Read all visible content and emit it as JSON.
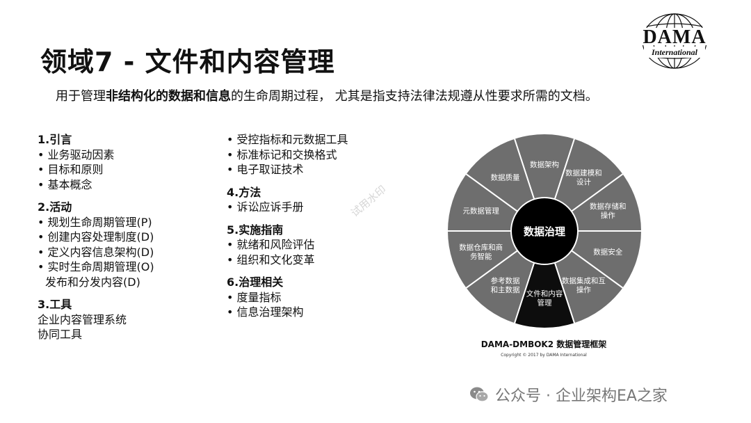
{
  "title": "领域7 - 文件和内容管理",
  "subtitle": {
    "pre": "用于管理",
    "bold": "非结构化的数据和信息",
    "post": "的生命周期过程， 尤其是指支持法律法规遵从性要求所需的文档。"
  },
  "col1": {
    "s1": {
      "heading": "1.引言",
      "items": [
        "业务驱动因素",
        "目标和原则",
        "基本概念"
      ]
    },
    "s2": {
      "heading": "2.活动",
      "items": [
        "规划生命周期管理(P)",
        "创建内容处理制度(D)",
        "定义内容信息架构(D)",
        "实时生命周期管理(O)",
        "发布和分发内容(D)"
      ]
    },
    "s3": {
      "heading": "3.工具",
      "items": [
        "企业内容管理系统",
        "协同工具"
      ]
    }
  },
  "col2": {
    "top_items": [
      "受控指标和元数据工具",
      "标准标记和交换格式",
      "电子取证技术"
    ],
    "s4": {
      "heading": "4.方法",
      "items": [
        "诉讼应诉手册"
      ]
    },
    "s5": {
      "heading": "5.实施指南",
      "items": [
        "就绪和风险评估",
        "组织和文化变革"
      ]
    },
    "s6": {
      "heading": "6.治理相关",
      "items": [
        "度量指标",
        "信息治理架构"
      ]
    }
  },
  "watermark": "试用水印",
  "wheel": {
    "center": "数据治理",
    "segments": [
      {
        "lines": [
          "数据架构"
        ],
        "highlight": false
      },
      {
        "lines": [
          "数据建模和",
          "设计"
        ],
        "highlight": false
      },
      {
        "lines": [
          "数据存储和",
          "操作"
        ],
        "highlight": false
      },
      {
        "lines": [
          "数据安全"
        ],
        "highlight": false
      },
      {
        "lines": [
          "数据集成和互",
          "操作"
        ],
        "highlight": false
      },
      {
        "lines": [
          "文件和内容",
          "管理"
        ],
        "highlight": true
      },
      {
        "lines": [
          "参考数据",
          "和主数据"
        ],
        "highlight": false
      },
      {
        "lines": [
          "数据仓库和商",
          "务智能"
        ],
        "highlight": false
      },
      {
        "lines": [
          "元数据管理"
        ],
        "highlight": false
      },
      {
        "lines": [
          "数据质量"
        ],
        "highlight": false
      }
    ],
    "caption": "DAMA-DMBOK2 数据管理框架",
    "copyright": "Copyright © 2017 by DAMA International",
    "colors": {
      "segment": "#6e6e6e",
      "highlight": "#0d0d0d",
      "center": "#000000",
      "divider": "#ffffff"
    }
  },
  "logo": {
    "main": "DAMA",
    "sub": "International"
  },
  "footer": "公众号 · 企业架构EA之家"
}
